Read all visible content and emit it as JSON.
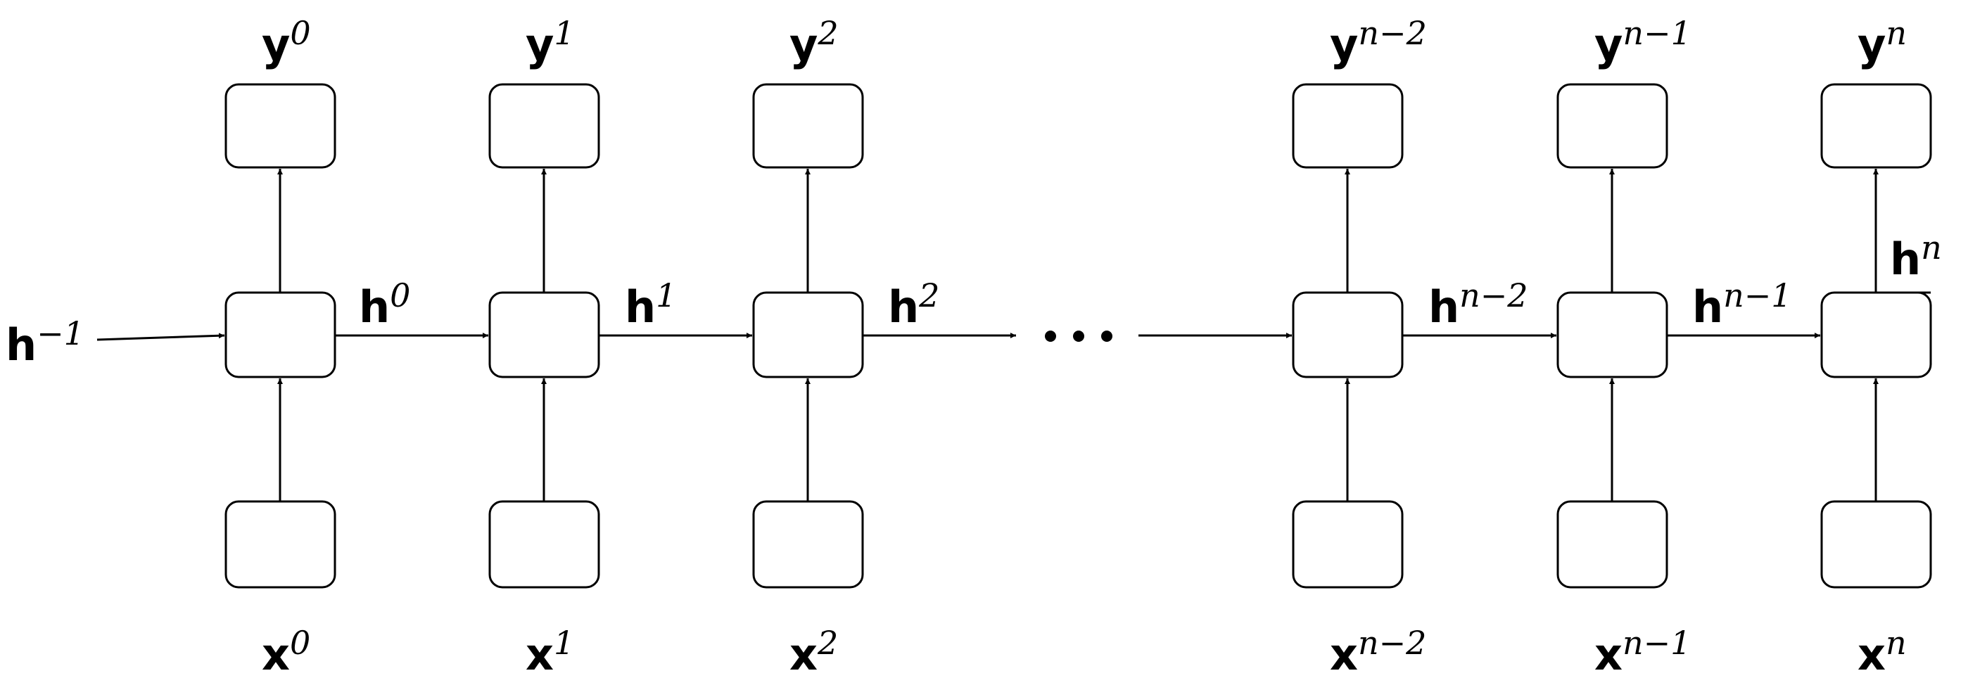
{
  "labels": {
    "y0": {
      "base": "y",
      "sup": "0"
    },
    "y1": {
      "base": "y",
      "sup": "1"
    },
    "y2": {
      "base": "y",
      "sup": "2"
    },
    "y_nm2": {
      "base": "y",
      "sup": "n−2"
    },
    "y_nm1": {
      "base": "y",
      "sup": "n−1"
    },
    "y_n": {
      "base": "y",
      "sup": "n"
    },
    "x0": {
      "base": "x",
      "sup": "0"
    },
    "x1": {
      "base": "x",
      "sup": "1"
    },
    "x2": {
      "base": "x",
      "sup": "2"
    },
    "x_nm2": {
      "base": "x",
      "sup": "n−2"
    },
    "x_nm1": {
      "base": "x",
      "sup": "n−1"
    },
    "x_n": {
      "base": "x",
      "sup": "n"
    },
    "h_m1": {
      "base": "h",
      "sup": "−1"
    },
    "h0": {
      "base": "h",
      "sup": "0"
    },
    "h1": {
      "base": "h",
      "sup": "1"
    },
    "h2": {
      "base": "h",
      "sup": "2"
    },
    "h_nm2": {
      "base": "h",
      "sup": "n−2"
    },
    "h_nm1": {
      "base": "h",
      "sup": "n−1"
    },
    "h_n": {
      "base": "h",
      "sup": "n"
    }
  },
  "colors": {
    "stroke": "#000000",
    "fill": "#ffffff",
    "background": "#ffffff"
  }
}
